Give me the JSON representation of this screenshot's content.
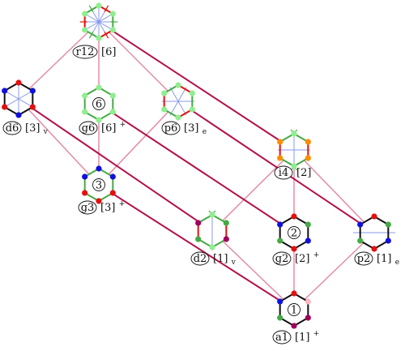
{
  "title": "",
  "nodes": [
    {
      "id": "r12",
      "name": "r12",
      "bracket": "[6]",
      "sub": "",
      "sup": "",
      "center_mark": "",
      "style": "r12"
    },
    {
      "id": "d6",
      "name": "d6",
      "bracket": "[3]",
      "sub": "v",
      "sup": "",
      "center_mark": "",
      "style": "d6"
    },
    {
      "id": "g6",
      "name": "g6",
      "bracket": "[6]",
      "sub": "",
      "sup": "+",
      "center_mark": "6",
      "style": "g6"
    },
    {
      "id": "p6",
      "name": "p6",
      "bracket": "[3]",
      "sub": "e",
      "sup": "",
      "center_mark": "",
      "style": "p6"
    },
    {
      "id": "i4",
      "name": "i4",
      "bracket": "[2]",
      "sub": "",
      "sup": "",
      "center_mark": "",
      "style": "i4"
    },
    {
      "id": "g3",
      "name": "g3",
      "bracket": "[3]",
      "sub": "",
      "sup": "+",
      "center_mark": "3",
      "style": "g3"
    },
    {
      "id": "d2",
      "name": "d2",
      "bracket": "[1]",
      "sub": "v",
      "sup": "",
      "center_mark": "",
      "style": "d2"
    },
    {
      "id": "g2",
      "name": "g2",
      "bracket": "[2]",
      "sub": "",
      "sup": "+",
      "center_mark": "2",
      "style": "g2"
    },
    {
      "id": "p2",
      "name": "p2",
      "bracket": "[1]",
      "sub": "e",
      "sup": "",
      "center_mark": "",
      "style": "p2"
    },
    {
      "id": "a1",
      "name": "a1",
      "bracket": "[1]",
      "sub": "",
      "sup": "+",
      "center_mark": "1",
      "style": "a1"
    }
  ],
  "edges_light": [
    [
      "r12",
      "d6"
    ],
    [
      "r12",
      "g6"
    ],
    [
      "r12",
      "p6"
    ],
    [
      "d6",
      "g3"
    ],
    [
      "g6",
      "g3"
    ],
    [
      "p6",
      "g3"
    ],
    [
      "i4",
      "d2"
    ],
    [
      "i4",
      "g2"
    ],
    [
      "i4",
      "p2"
    ],
    [
      "d2",
      "a1"
    ],
    [
      "g2",
      "a1"
    ],
    [
      "p2",
      "a1"
    ]
  ],
  "edges_dark": [
    [
      "r12",
      "i4"
    ],
    [
      "d6",
      "d2"
    ],
    [
      "g6",
      "g2"
    ],
    [
      "p6",
      "p2"
    ],
    [
      "g3",
      "a1"
    ]
  ],
  "colors": {
    "light_edge": "#e58aa5",
    "dark_edge": "#b3104a",
    "red": "#e41010",
    "blue": "#1010dd",
    "green": "#44aa44",
    "light_green": "#90ee90",
    "orange": "#ff8c00",
    "purple": "#a0005a",
    "pink": "#ffb6c1",
    "axis_blue": "#8899ee"
  }
}
